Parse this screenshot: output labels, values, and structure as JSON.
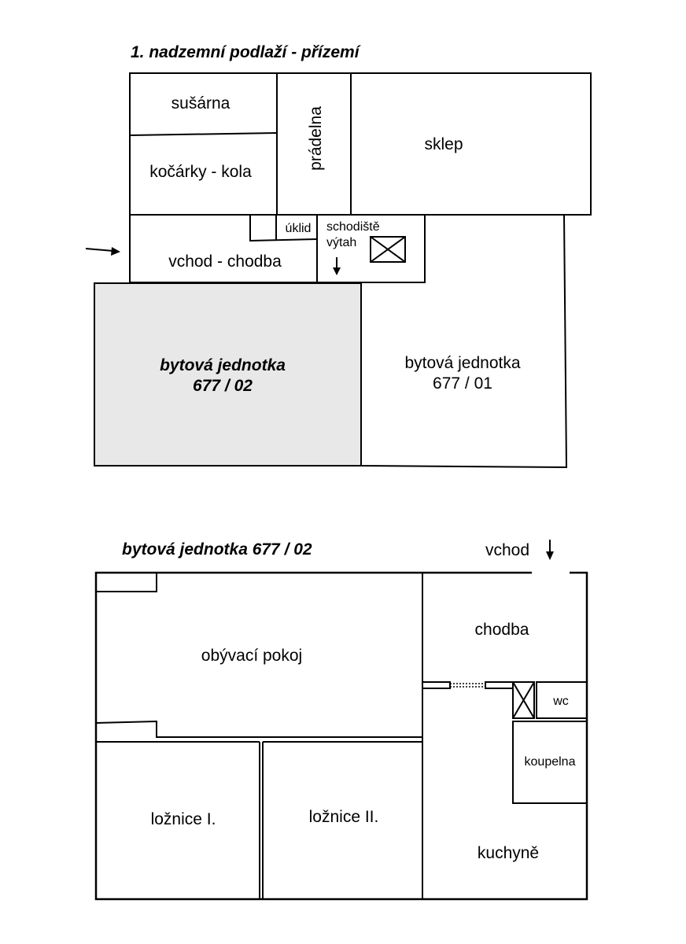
{
  "plan1": {
    "title": "1. nadzemní podlaží - přízemí",
    "rooms": {
      "susarna": "sušárna",
      "kocarky": "kočárky - kola",
      "pradelna": "prádelna",
      "sklep": "sklep",
      "uklid": "úklid",
      "schodiste_line1": "schodiště",
      "schodiste_line2": "výtah",
      "vchod_chodba": "vchod - chodba",
      "unit02_line1": "bytová jednotka",
      "unit02_line2": "677 / 02",
      "unit01_line1": "bytová jednotka",
      "unit01_line2": "677 / 01"
    },
    "highlight_color": "#e8e8e8"
  },
  "plan2": {
    "title": "bytová jednotka 677 / 02",
    "rooms": {
      "vchod": "vchod",
      "obyvaci": "obývací pokoj",
      "chodba": "chodba",
      "wc": "wc",
      "koupelna": "koupelna",
      "loznice1": "ložnice I.",
      "loznice2": "ložnice II.",
      "kuchyne": "kuchyně"
    }
  }
}
